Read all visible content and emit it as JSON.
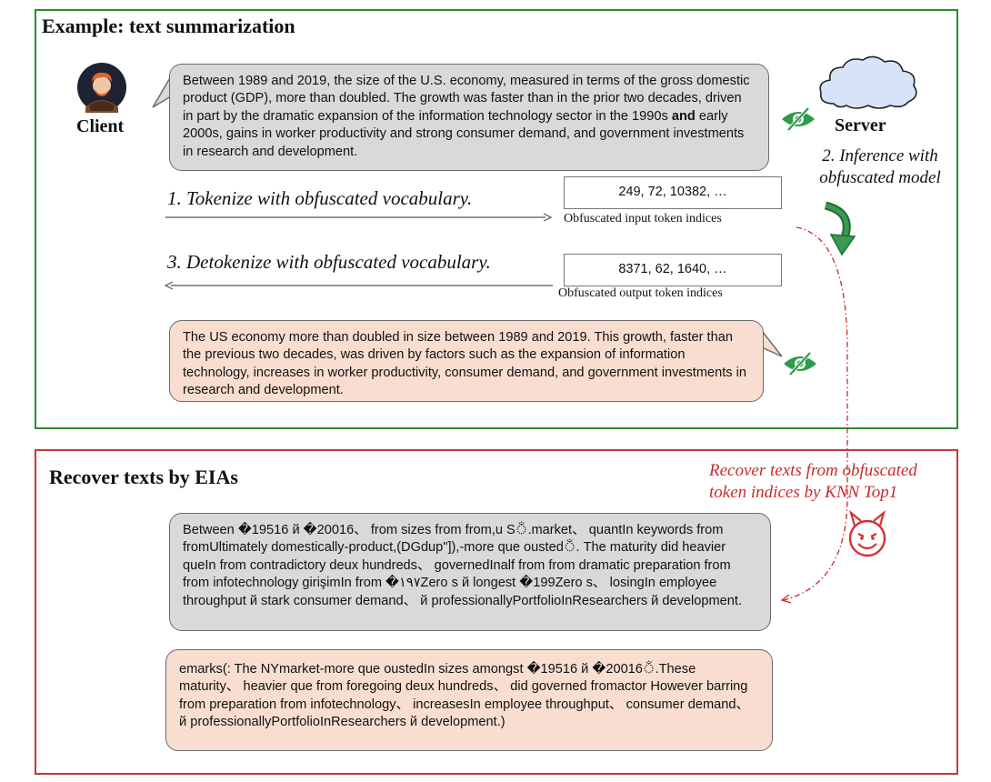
{
  "example_panel": {
    "title": "Example: text summarization",
    "border_color": "#2e8b2e"
  },
  "client": {
    "label": "Client",
    "avatar_icon": "person-avatar-icon"
  },
  "server": {
    "label": "Server",
    "icon": "cloud-icon"
  },
  "input_bubble": {
    "text_before_bold": "Between 1989 and 2019, the size of the U.S. economy, measured in terms of the gross domestic product (GDP), more than doubled. The growth was faster than in the prior two decades, driven in part by the dramatic expansion of the information technology sector in the 1990s ",
    "bold_word": "and",
    "text_after_bold": " early 2000s, gains in worker productivity and strong consumer demand, and government investments in research and development."
  },
  "steps": {
    "step1": "1. Tokenize with obfuscated vocabulary.",
    "step2_line1": "2. Inference with",
    "step2_line2": "obfuscated model",
    "step3": "3. Detokenize with obfuscated vocabulary."
  },
  "input_tokens": {
    "value": "249, 72, 10382, …",
    "caption": "Obfuscated input token indices"
  },
  "output_tokens": {
    "value": "8371, 62, 1640, …",
    "caption": "Obfuscated output token indices"
  },
  "output_bubble": {
    "text": "The US economy more than doubled in size between 1989 and 2019. This growth, faster than the previous two decades, was driven by factors such as the expansion of information technology, increases in worker productivity, consumer demand, and government investments in research and development."
  },
  "privacy_icon": "eye-slash-icon",
  "eia_panel": {
    "title": "Recover texts by EIAs",
    "border_color": "#c23a3a"
  },
  "attacker": {
    "label_line1": "Recover texts from obfuscated",
    "label_line2": "token indices by KNN Top1",
    "icon": "devil-face-icon",
    "color": "#cc2a2a"
  },
  "recovered_input": {
    "text": "Between �19516 й �20016、 from sizes from from,u Sঁ.market、 quantIn keywords from fromUltimately domestically-product,(DGdup\"]),-more que oustedঁ. The maturity did heavier queIn from contradictory deux hundreds、 governedInalf from from dramatic preparation from from infotechnology girişimIn from �١٩٧Zero s й longest �199Zero s、 losingIn employee throughput й stark consumer demand、 й professionallyPortfolioInResearchers й development."
  },
  "recovered_output": {
    "text": "emarks(: The NYmarket-more que oustedIn sizes amongst �19516 й �20016ঁ.These maturity、 heavier que from foregoing deux hundreds、 did governed fromactor However barring from preparation from infotechnology、 increasesIn employee throughput、 consumer demand、 й professionallyPortfolioInResearchers й development.)"
  }
}
